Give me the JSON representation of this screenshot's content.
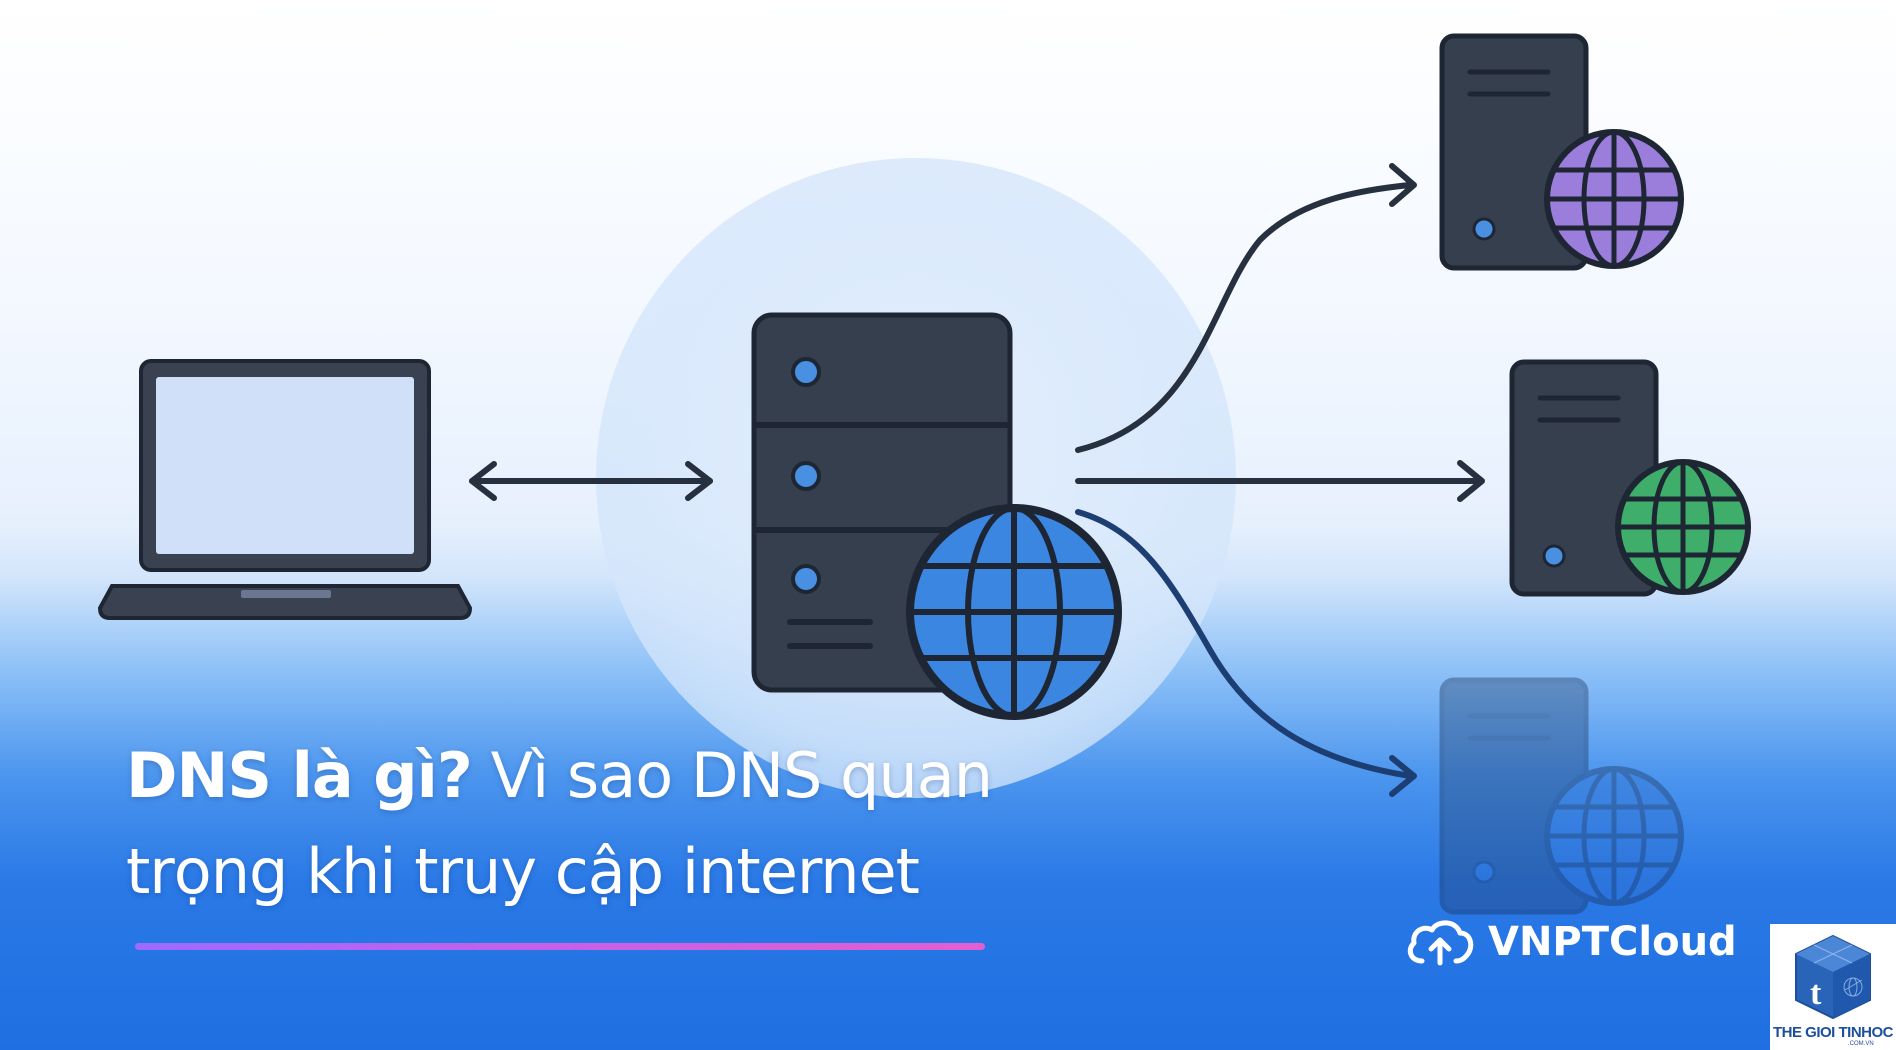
{
  "headline": {
    "bold": "DNS là gì?",
    "rest": " Vì sao DNS quan",
    "line2": "trọng khi truy cập internet"
  },
  "brand": {
    "name": "VNPTCloud",
    "partner_name": "THE GIOI TINHOC",
    "partner_domain": ".COM.VN",
    "partner_letter": "t"
  },
  "icons": {
    "client": "laptop-icon",
    "resolver": "dns-server-icon",
    "servers": [
      "server-purple-globe-icon",
      "server-green-globe-icon",
      "server-blue-globe-icon"
    ],
    "brand": "cloud-upload-icon"
  },
  "colors": {
    "server_body": "#363f4e",
    "server_outline": "#1e2633",
    "server_dot": "#4a90e2",
    "globe_main": "#3a86e0",
    "globe_purple": "#9b7ddb",
    "globe_green": "#3fae6a",
    "underline_start": "#9c6bff",
    "underline_end": "#e25fd0"
  }
}
